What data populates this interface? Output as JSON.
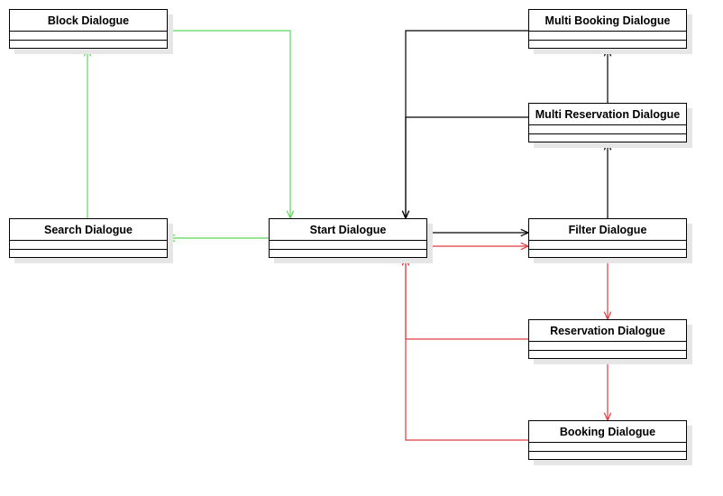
{
  "classes": {
    "block": "Block Dialogue",
    "search": "Search Dialogue",
    "start": "Start Dialogue",
    "multi_booking": "Multi Booking Dialogue",
    "multi_reservation": "Multi Reservation Dialogue",
    "filter": "Filter Dialogue",
    "reservation": "Reservation Dialogue",
    "booking": "Booking Dialogue"
  },
  "colors": {
    "green": "#5cd65c",
    "black": "#000000",
    "red": "#e03c3c",
    "shadow": "#e6e6e6"
  },
  "connectors": [
    {
      "from": "block",
      "to": "start",
      "color": "green"
    },
    {
      "from": "start",
      "to": "search",
      "color": "green"
    },
    {
      "from": "search",
      "to": "block",
      "color": "green"
    },
    {
      "from": "multi_booking",
      "to": "start",
      "color": "black"
    },
    {
      "from": "multi_reservation",
      "to": "start",
      "color": "black"
    },
    {
      "from": "start",
      "to": "filter",
      "color": "black"
    },
    {
      "from": "filter",
      "to": "multi_reservation",
      "color": "black"
    },
    {
      "from": "multi_reservation",
      "to": "multi_booking",
      "color": "black"
    },
    {
      "from": "start",
      "to": "filter",
      "color": "red"
    },
    {
      "from": "filter",
      "to": "reservation",
      "color": "red"
    },
    {
      "from": "reservation",
      "to": "booking",
      "color": "red"
    },
    {
      "from": "reservation",
      "to": "start",
      "color": "red"
    },
    {
      "from": "booking",
      "to": "start",
      "color": "red"
    }
  ]
}
